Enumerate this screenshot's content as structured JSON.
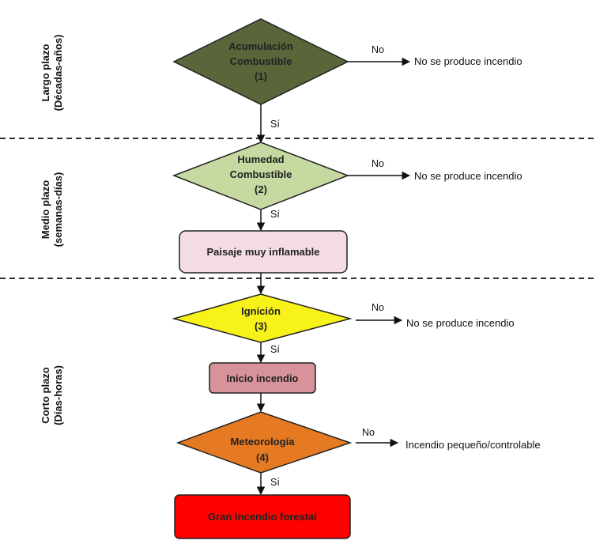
{
  "phases": [
    {
      "line1": "Largo plazo",
      "line2": "(Décadas-años)"
    },
    {
      "line1": "Medio plazo",
      "line2": "(semanas-días)"
    },
    {
      "line1": "Corto plazo",
      "line2": "(Días-horas)"
    }
  ],
  "decisions": [
    {
      "lines": [
        "Acumulación",
        "Combustible",
        "(1)"
      ],
      "fill": "#58663a",
      "no": "No",
      "yes": "Sí",
      "outcome": "No se produce incendio"
    },
    {
      "lines": [
        "Humedad",
        "Combustible",
        "(2)"
      ],
      "fill": "#c5d9a0",
      "no": "No",
      "yes": "Sí",
      "outcome": "No se produce incendio"
    },
    {
      "lines": [
        "Ignición",
        "(3)"
      ],
      "fill": "#f7f21a",
      "no": "No",
      "yes": "Sí",
      "outcome": "No se produce incendio"
    },
    {
      "lines": [
        "Meteorología",
        "(4)"
      ],
      "fill": "#e67a22",
      "no": "No",
      "yes": "Sí",
      "outcome": "Incendio pequeño/controlable"
    }
  ],
  "boxes": [
    {
      "label": "Paisaje muy inflamable",
      "fill": "#f3dde2"
    },
    {
      "label": "Inicio incendio",
      "fill": "#d8939a"
    },
    {
      "label": "Gran incendio forestal",
      "fill": "#ff0000"
    }
  ]
}
